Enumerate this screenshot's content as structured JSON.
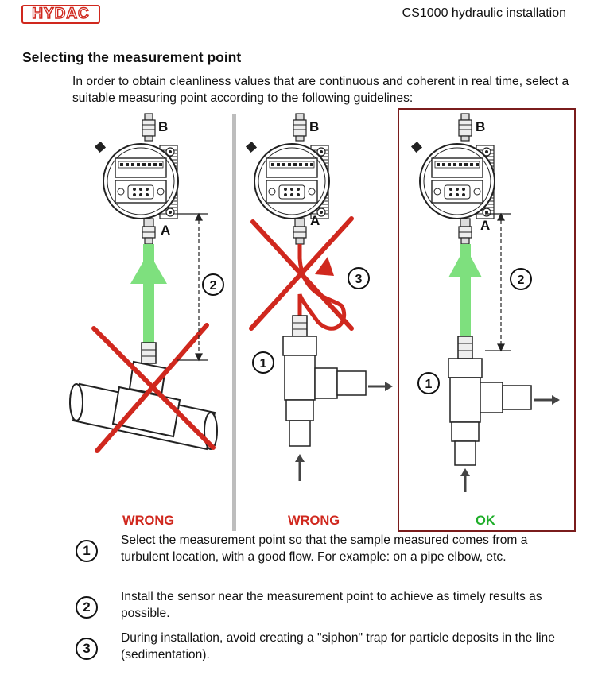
{
  "header": {
    "logo_text": "HYDAC",
    "doc_title": "CS1000 hydraulic installation"
  },
  "section": {
    "heading": "Selecting the measurement point",
    "intro": "In order to obtain cleanliness values that are continuous and coherent in real time, select a suitable measuring point according to the following guidelines:"
  },
  "figure": {
    "port_b": "B",
    "port_a": "A",
    "callouts": [
      "1",
      "2",
      "3"
    ],
    "captions": [
      "WRONG",
      "WRONG",
      "OK"
    ],
    "colors": {
      "wrong": "#d0281e",
      "ok": "#1fae2a",
      "flow": "#7ee07e",
      "frame": "#7a1c1c",
      "divider": "#bdbdbd"
    }
  },
  "notes": [
    {
      "num": "1",
      "text": "Select the measurement point so that the sample measured comes from a turbulent location, with a good flow. For example: on a pipe elbow, etc."
    },
    {
      "num": "2",
      "text": "Install the sensor near the measurement point to achieve as timely results as possible."
    },
    {
      "num": "3",
      "text": "During installation, avoid creating a \"siphon\" trap for particle deposits in the line (sedimentation)."
    }
  ]
}
